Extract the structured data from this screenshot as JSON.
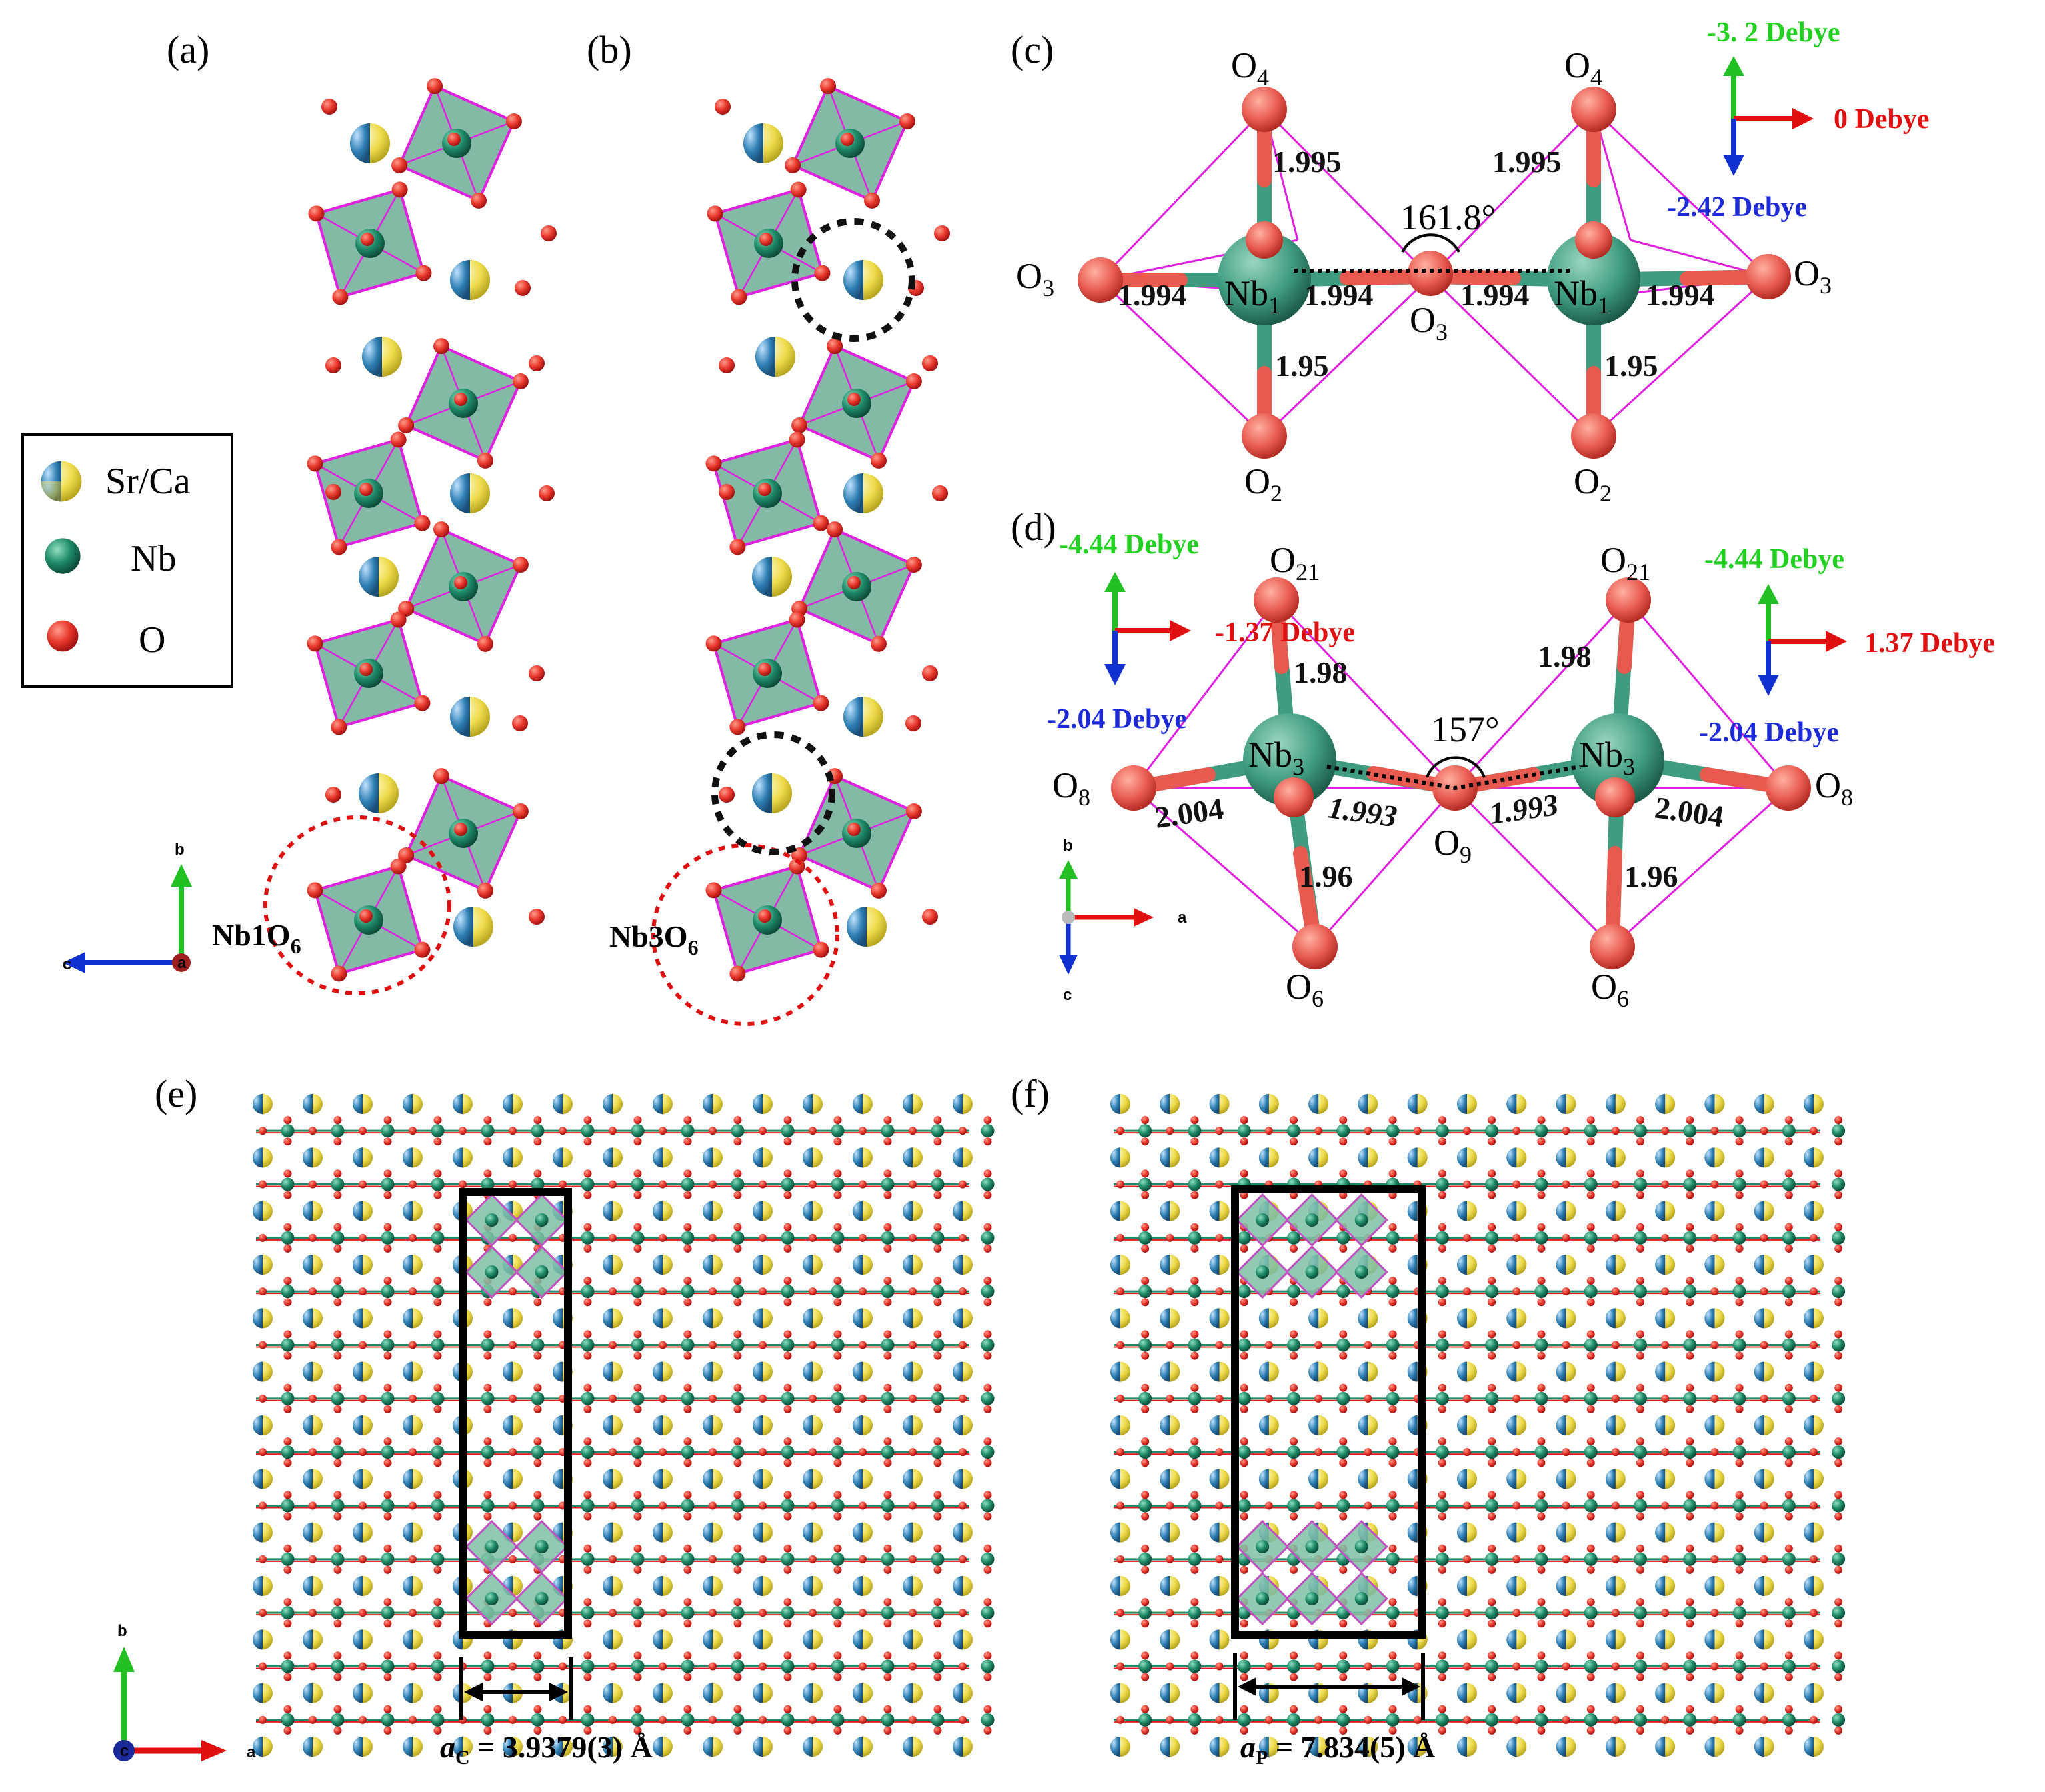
{
  "panels": {
    "a": "(a)",
    "b": "(b)",
    "c": "(c)",
    "d": "(d)",
    "e": "(e)",
    "f": "(f)"
  },
  "legend": {
    "sr_ca": "Sr/Ca",
    "nb": "Nb",
    "o": "O"
  },
  "panel_a": {
    "cluster_label": "Nb1O",
    "cluster_sub": "6",
    "axes": {
      "up": "b",
      "left": "c",
      "center": "a"
    }
  },
  "panel_b": {
    "cluster_label": "Nb3O",
    "cluster_sub": "6"
  },
  "panel_c": {
    "atoms": {
      "o4": "O",
      "o4_sub": "4",
      "o3": "O",
      "o3_sub": "3",
      "o2": "O",
      "o2_sub": "2",
      "nb1": "Nb",
      "nb1_sub": "1"
    },
    "bonds": {
      "b1995": "1.995",
      "b1994": "1.994",
      "b195": "1.95"
    },
    "angle": "161.8°",
    "dipoles": {
      "green": "-3. 2 Debye",
      "red": "0 Debye",
      "blue": "-2.42 Debye"
    }
  },
  "panel_d": {
    "atoms": {
      "o21": "O",
      "o21_sub": "21",
      "o8": "O",
      "o8_sub": "8",
      "o9": "O",
      "o9_sub": "9",
      "o6": "O",
      "o6_sub": "6",
      "nb3": "Nb",
      "nb3_sub": "3"
    },
    "bonds": {
      "b198": "1.98",
      "b2004": "2.004",
      "b1993": "1.993",
      "b196": "1.96"
    },
    "angle": "157°",
    "dipoles": {
      "left_green": "-4.44 Debye",
      "left_red": "-1.37 Debye",
      "left_blue": "-2.04 Debye",
      "right_green": "-4.44 Debye",
      "right_red": "1.37 Debye",
      "right_blue": "-2.04 Debye"
    },
    "axes": {
      "up": "b",
      "right": "a",
      "down": "c"
    }
  },
  "panel_e": {
    "lattice_symbol": "a",
    "lattice_sub": "C",
    "lattice_value": " = 3.9379(3) Å",
    "axes": {
      "up": "b",
      "right": "a",
      "center": "c"
    }
  },
  "panel_f": {
    "lattice_symbol": "a",
    "lattice_sub": "P",
    "lattice_value": " = 7.834(5) Å"
  },
  "colors": {
    "oxygen": "#e02020",
    "niobium": "#1e8a68",
    "sr": "#f2e24c",
    "ca": "#2e7fb4",
    "octahedron": "#7fbfa6",
    "edge": "#e020e0",
    "axis_b": "#22c022",
    "axis_a": "#e01010",
    "axis_c": "#1030d0"
  }
}
